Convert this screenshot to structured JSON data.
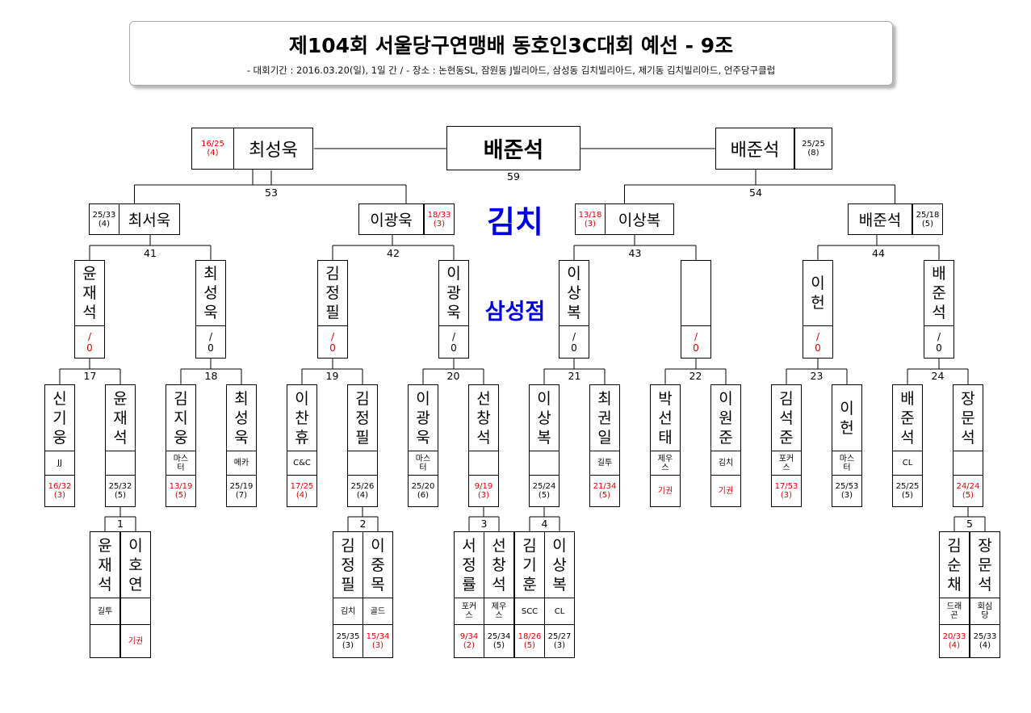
{
  "title": {
    "main": "제104회 서울당구연맹배 동호인3C대회 예선 - 9조",
    "sub": "- 대회기간 : 2016.03.20(일), 1일 간 / - 장소 : 논현동SL, 잠원동 J빌리아드, 삼성동 김치빌리아드, 제기동 김치빌리아드, 언주당구클럽"
  },
  "venue": {
    "name1": "김치",
    "name2": "삼성점",
    "color": "#0000e0"
  },
  "colors": {
    "highlight": "#e00000",
    "text": "#000000"
  },
  "final": {
    "winner": "배준석",
    "match_no": "59",
    "left": {
      "name": "최성욱",
      "score": "16/25",
      "inning": "(4)",
      "red": true
    },
    "right": {
      "name": "배준석",
      "score": "25/25",
      "inning": "(8)",
      "red": false
    }
  },
  "semis": [
    {
      "no": "53",
      "top": {
        "name": "최서욱",
        "score": "25/33",
        "inning": "(4)",
        "red": false
      },
      "bottom": {
        "name": "이광욱",
        "score": "18/33",
        "inning": "(3)",
        "red": true
      }
    },
    {
      "no": "54",
      "top": {
        "name": "이상복",
        "score": "13/18",
        "inning": "(3)",
        "red": true
      },
      "bottom": {
        "name": "배준석",
        "score": "25/18",
        "inning": "(5)",
        "red": false
      }
    }
  ],
  "round3": [
    {
      "no": "41",
      "players": [
        {
          "name": "윤재석",
          "score": "/",
          "inning": "0",
          "red": true
        },
        {
          "name": "최성욱",
          "score": "/",
          "inning": "0",
          "red": false
        }
      ]
    },
    {
      "no": "42",
      "players": [
        {
          "name": "김정필",
          "score": "/",
          "inning": "0",
          "red": true
        },
        {
          "name": "이광욱",
          "score": "/",
          "inning": "0",
          "red": false
        }
      ]
    },
    {
      "no": "43",
      "players": [
        {
          "name": "이상복",
          "score": "/",
          "inning": "0",
          "red": false
        },
        {
          "name": "",
          "score": "/",
          "inning": "0",
          "red": true
        }
      ]
    },
    {
      "no": "44",
      "players": [
        {
          "name": "이헌",
          "score": "/",
          "inning": "0",
          "red": true
        },
        {
          "name": "배준석",
          "score": "/",
          "inning": "0",
          "red": false
        }
      ]
    }
  ],
  "round2": [
    {
      "no": "17",
      "players": [
        {
          "name": "신기웅",
          "club": "JJ",
          "score": "16/32",
          "inning": "(3)",
          "red": true
        },
        {
          "name": "윤재석",
          "club": "",
          "score": "25/32",
          "inning": "(5)",
          "red": false
        }
      ]
    },
    {
      "no": "18",
      "players": [
        {
          "name": "김지웅",
          "club": "마스터",
          "score": "13/19",
          "inning": "(5)",
          "red": true
        },
        {
          "name": "최성욱",
          "club": "메카",
          "score": "25/19",
          "inning": "(7)",
          "red": false
        }
      ]
    },
    {
      "no": "19",
      "players": [
        {
          "name": "이찬휴",
          "club": "C&C",
          "score": "17/25",
          "inning": "(4)",
          "red": true
        },
        {
          "name": "김정필",
          "club": "",
          "score": "25/26",
          "inning": "(4)",
          "red": false
        }
      ]
    },
    {
      "no": "20",
      "players": [
        {
          "name": "이광욱",
          "club": "마스터",
          "score": "25/20",
          "inning": "(6)",
          "red": false
        },
        {
          "name": "선창석",
          "club": "",
          "score": "9/19",
          "inning": "(3)",
          "red": true
        }
      ]
    },
    {
      "no": "21",
      "players": [
        {
          "name": "이상복",
          "club": "",
          "score": "25/24",
          "inning": "(5)",
          "red": false
        },
        {
          "name": "최권일",
          "club": "길투",
          "score": "21/34",
          "inning": "(5)",
          "red": true
        }
      ]
    },
    {
      "no": "22",
      "players": [
        {
          "name": "박선태",
          "club": "제우스",
          "score": "기권",
          "inning": "",
          "red": true
        },
        {
          "name": "이원준",
          "club": "김치",
          "score": "기권",
          "inning": "",
          "red": true
        }
      ]
    },
    {
      "no": "23",
      "players": [
        {
          "name": "김석준",
          "club": "포커스",
          "score": "17/53",
          "inning": "(3)",
          "red": true
        },
        {
          "name": "이헌",
          "club": "마스터",
          "score": "25/53",
          "inning": "(3)",
          "red": false
        }
      ]
    },
    {
      "no": "24",
      "players": [
        {
          "name": "배준석",
          "club": "CL",
          "score": "25/25",
          "inning": "(5)",
          "red": false
        },
        {
          "name": "장문석",
          "club": "",
          "score": "24/24",
          "inning": "(5)",
          "red": true
        }
      ]
    }
  ],
  "round1": [
    {
      "no": "1",
      "players": [
        {
          "name": "윤재석",
          "club": "길투",
          "score": "",
          "inning": "",
          "red": false
        },
        {
          "name": "이호연",
          "club": "",
          "score": "기권",
          "inning": "",
          "red": true
        }
      ]
    },
    {
      "no": "2",
      "players": [
        {
          "name": "김정필",
          "club": "김치",
          "score": "25/35",
          "inning": "(3)",
          "red": false
        },
        {
          "name": "이중목",
          "club": "골드",
          "score": "15/34",
          "inning": "(3)",
          "red": true
        }
      ]
    },
    {
      "no": "3",
      "players": [
        {
          "name": "서정률",
          "club": "포커스",
          "score": "9/34",
          "inning": "(2)",
          "red": true
        },
        {
          "name": "선창석",
          "club": "제우스",
          "score": "25/34",
          "inning": "(5)",
          "red": false
        }
      ]
    },
    {
      "no": "4",
      "players": [
        {
          "name": "김기훈",
          "club": "SCC",
          "score": "18/26",
          "inning": "(5)",
          "red": true
        },
        {
          "name": "이상복",
          "club": "CL",
          "score": "25/27",
          "inning": "(3)",
          "red": false
        }
      ]
    },
    {
      "no": "5",
      "players": [
        {
          "name": "김순채",
          "club": "드래곤",
          "score": "20/33",
          "inning": "(4)",
          "red": true
        },
        {
          "name": "장문석",
          "club": "회심당",
          "score": "25/33",
          "inning": "(4)",
          "red": false
        }
      ]
    }
  ]
}
